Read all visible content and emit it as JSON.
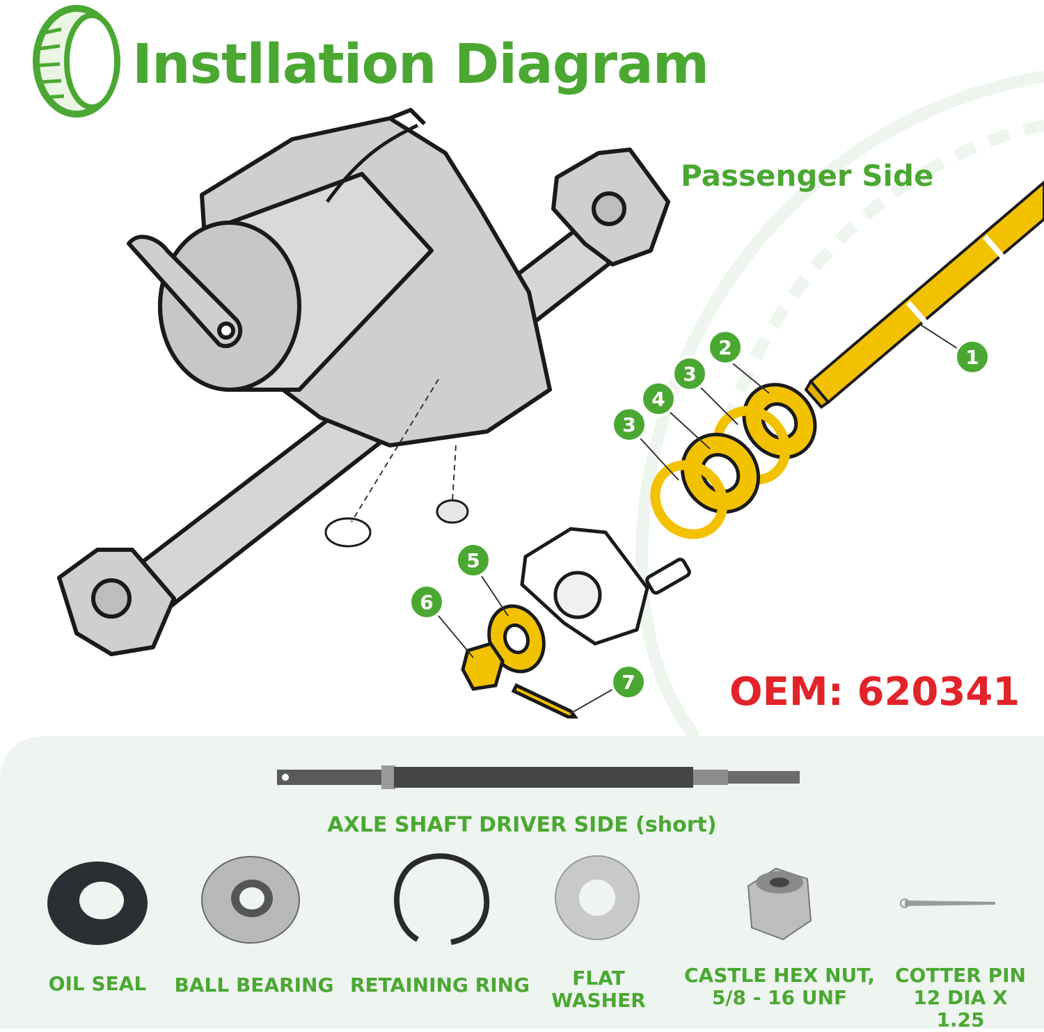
{
  "header": {
    "title": "Instllation Diagram"
  },
  "diagram": {
    "side_label": "Passenger Side",
    "oem_label": "OEM: 620341",
    "callouts": [
      "1",
      "2",
      "3",
      "4",
      "3",
      "5",
      "6",
      "7"
    ]
  },
  "parts_panel": {
    "shaft_caption": "AXLE SHAFT DRIVER SIDE (short)",
    "parts": [
      {
        "line1": "OIL SEAL",
        "line2": ""
      },
      {
        "line1": "BALL BEARING",
        "line2": ""
      },
      {
        "line1": "RETAINING RING",
        "line2": ""
      },
      {
        "line1": "FLAT",
        "line2": "WASHER"
      },
      {
        "line1": "CASTLE HEX NUT,",
        "line2": "5/8 - 16 UNF"
      },
      {
        "line1": "COTTER PIN",
        "line2": "12 DIA X 1.25"
      }
    ]
  },
  "colors": {
    "brand_green": "#4aa832",
    "oem_red": "#e2232a",
    "highlight_yellow": "#f2c200",
    "panel_bg": "#eef4ef"
  }
}
